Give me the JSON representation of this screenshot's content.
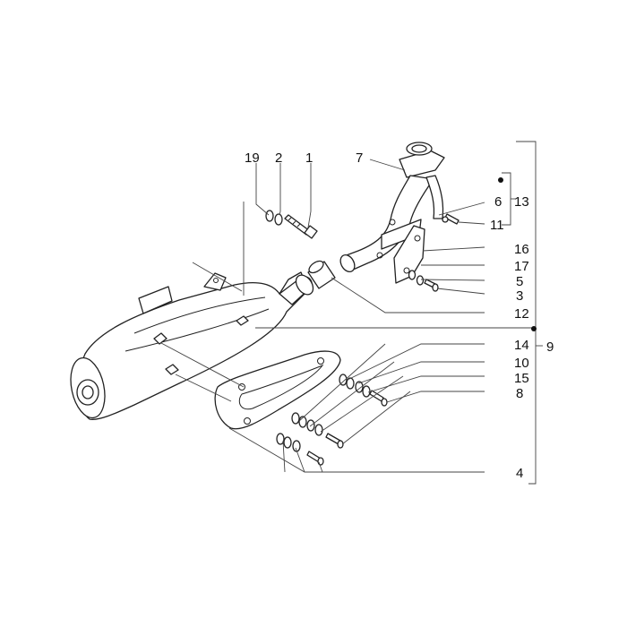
{
  "callouts": {
    "c1": "1",
    "c2": "2",
    "c3": "3",
    "c4": "4",
    "c5": "5",
    "c6": "6",
    "c7": "7",
    "c8": "8",
    "c9": "9",
    "c10": "10",
    "c11": "11",
    "c12": "12",
    "c13": "13",
    "c14": "14",
    "c15": "15",
    "c16": "16",
    "c17": "17",
    "c19": "19"
  }
}
